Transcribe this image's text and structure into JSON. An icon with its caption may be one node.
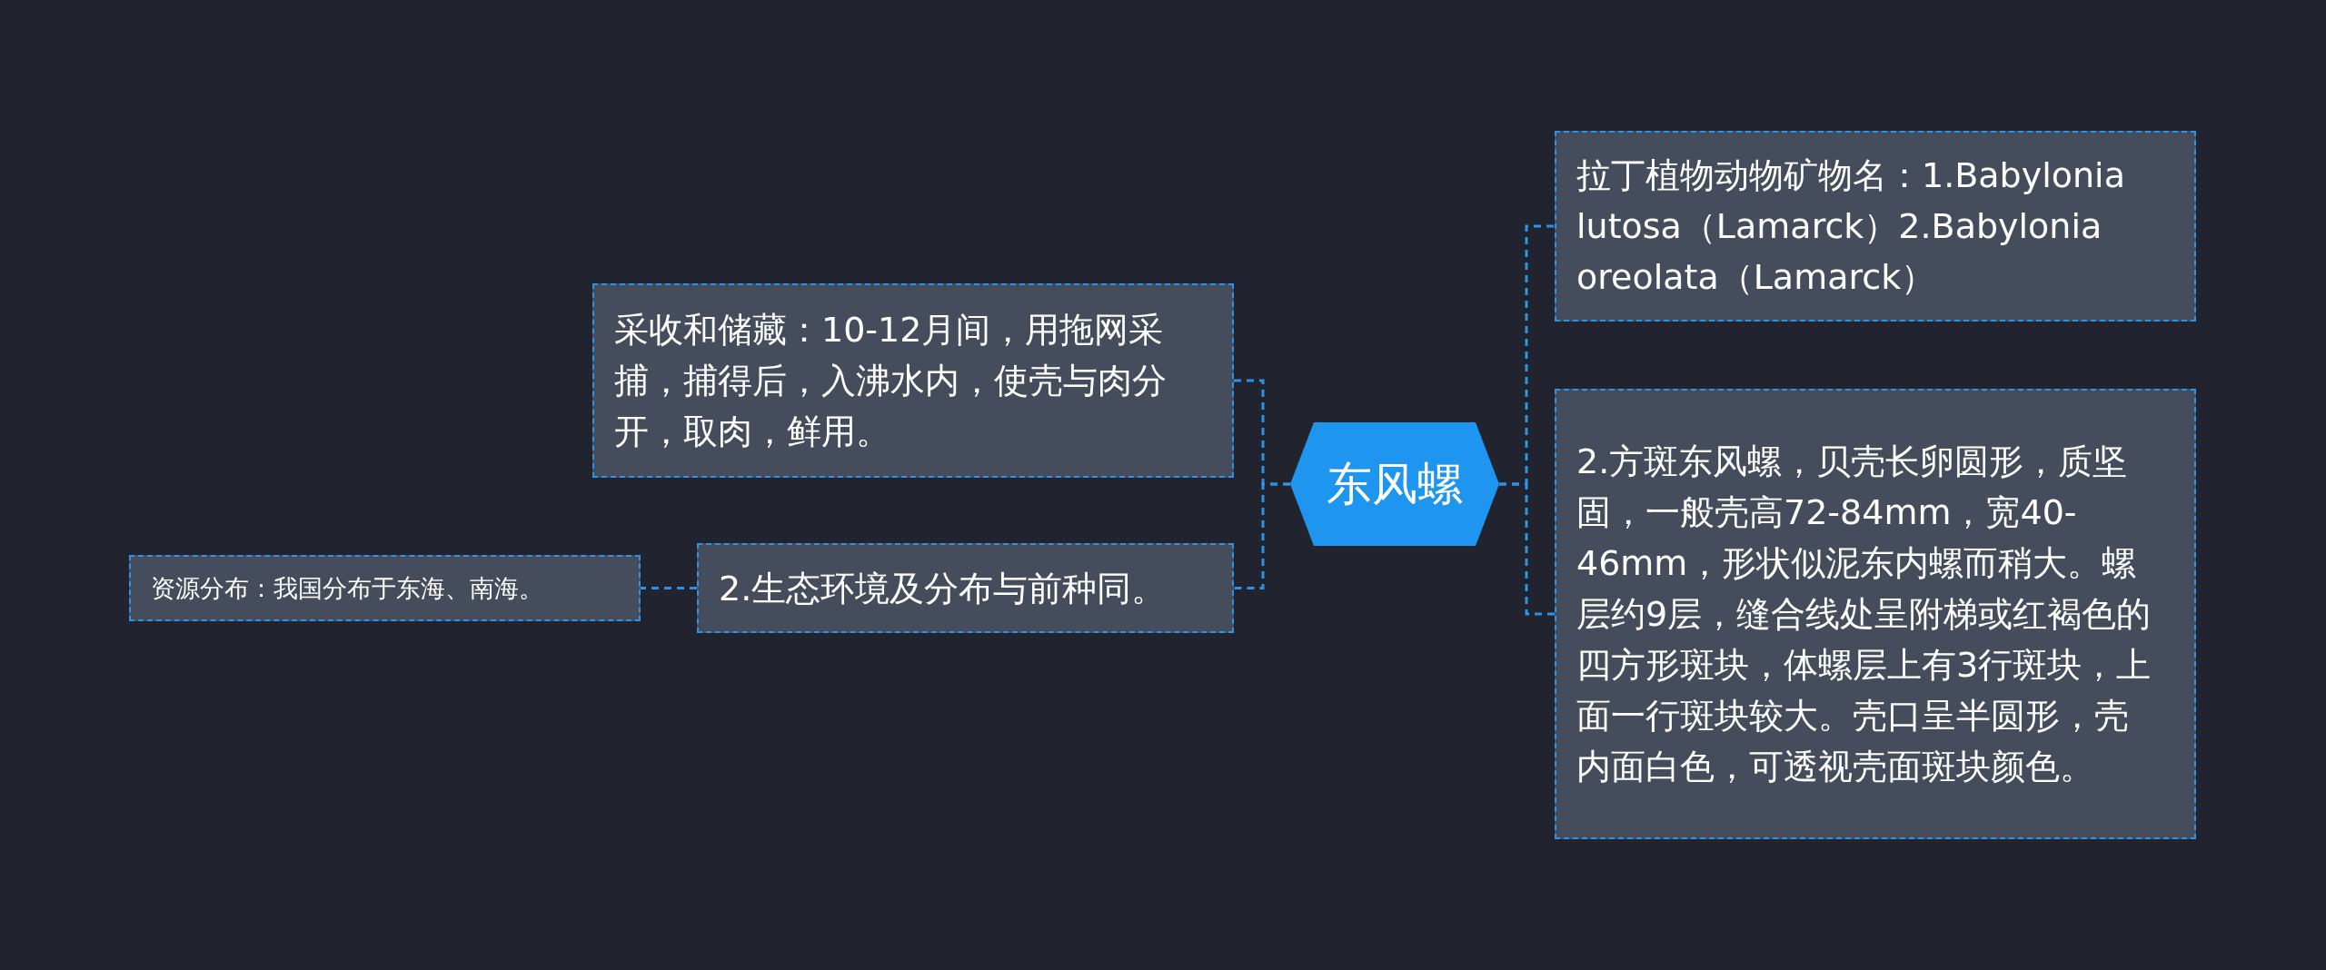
{
  "diagram": {
    "nodes": [
      {
        "text": [
          "东风螺"
        ]
      },
      {
        "text": [
          "拉丁植物动物矿物名：1.Babylonia lutosa（Lamarck）2.Babylonia oreolata（Lamarck）"
        ]
      },
      {
        "text": [
          "2.方斑东风螺，贝壳长卵圆形，质坚固，一般壳高72-84mm，宽40-46mm，形状似泥东内螺而稍大。螺层约9层，缝合线处呈附梯或红褐色的四方形斑块，体螺层上有3行斑块，上面一行斑块较大。壳口呈半圆形，壳内面白色，可透视壳面斑块颜色。"
        ]
      },
      {
        "text": [
          "采收和储藏：10-12月间，用拖网采捕，捕得后，入沸水内，使壳与肉分开，取肉，鲜用。"
        ]
      },
      {
        "text": [
          "2.生态环境及分布与前种同。"
        ]
      },
      {
        "text": [
          "资源分布：我国分布于东海、南海。"
        ]
      }
    ],
    "edges": [
      {
        "from": 0,
        "to": 1,
        "arrow": "none",
        "style": "dashed"
      },
      {
        "from": 0,
        "to": 2,
        "arrow": "none",
        "style": "dashed"
      },
      {
        "from": 0,
        "to": 3,
        "arrow": "none",
        "style": "dashed"
      },
      {
        "from": 0,
        "to": 4,
        "arrow": "none",
        "style": "dashed"
      },
      {
        "from": 4,
        "to": 5,
        "arrow": "none",
        "style": "dashed"
      }
    ]
  }
}
